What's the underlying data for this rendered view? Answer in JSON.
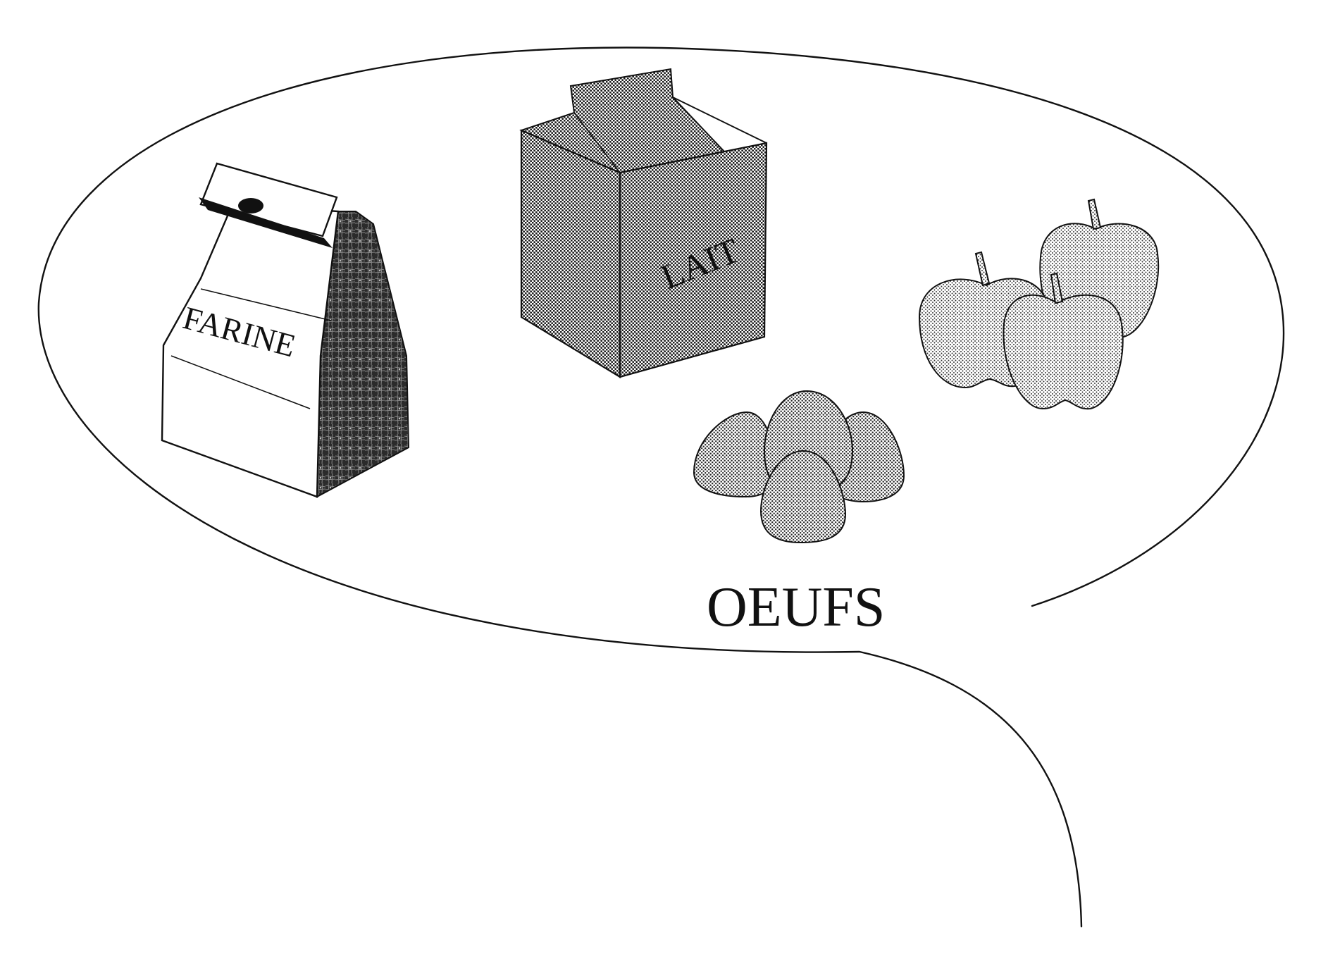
{
  "labels": {
    "flour": "FARINE",
    "milk": "LAIT",
    "eggs": "OEUFS"
  },
  "items": [
    {
      "name": "flour-bag",
      "icon": "flour-bag-icon"
    },
    {
      "name": "milk-carton",
      "icon": "milk-carton-icon"
    },
    {
      "name": "eggs",
      "icon": "eggs-icon"
    },
    {
      "name": "apples",
      "icon": "apples-icon"
    }
  ],
  "colors": {
    "ink": "#111111",
    "paper": "#ffffff"
  }
}
